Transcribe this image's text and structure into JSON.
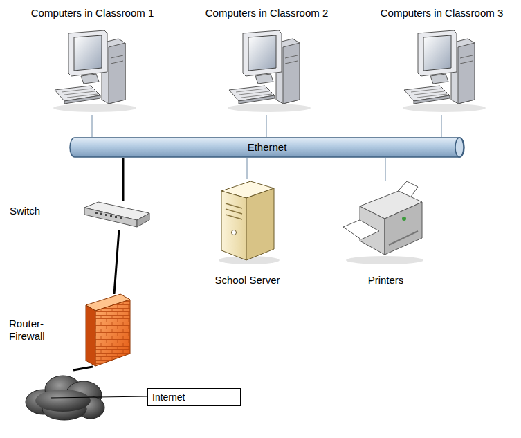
{
  "diagram": {
    "nodes": [
      {
        "text": [
          "Computers in Classroom 1"
        ]
      },
      {
        "text": [
          "Computers in Classroom 2"
        ]
      },
      {
        "text": [
          "Computers in Classroom 3"
        ]
      },
      {
        "text": [
          "Ethernet"
        ]
      },
      {
        "text": [
          "Switch"
        ]
      },
      {
        "text": [
          "School Server"
        ]
      },
      {
        "text": [
          "Printers"
        ]
      },
      {
        "text": [
          "Router-Firewall"
        ]
      },
      {
        "text": [
          "Internet"
        ]
      }
    ],
    "edges": [
      {
        "from": 0,
        "to": 3,
        "arrow": "none"
      },
      {
        "from": 1,
        "to": 3,
        "arrow": "none"
      },
      {
        "from": 2,
        "to": 3,
        "arrow": "none"
      },
      {
        "from": 3,
        "to": 4,
        "arrow": "none"
      },
      {
        "from": 5,
        "to": 3,
        "arrow": "none"
      },
      {
        "from": 6,
        "to": 3,
        "arrow": "none"
      },
      {
        "from": 4,
        "to": 7,
        "arrow": "none"
      },
      {
        "from": 7,
        "to": 8,
        "arrow": "none"
      }
    ]
  }
}
